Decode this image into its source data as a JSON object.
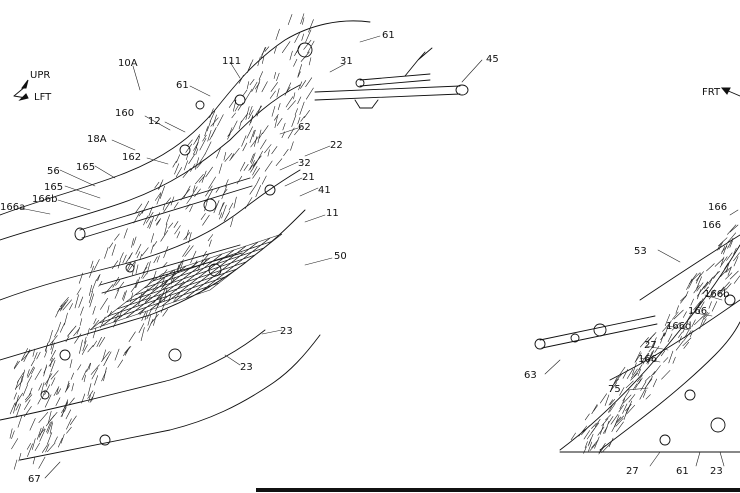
{
  "figure": {
    "direction_labels": {
      "upper": "UPR",
      "left": "LFT",
      "front": "FRT"
    },
    "left_view_refs": [
      "10A",
      "111",
      "61",
      "31",
      "61",
      "45",
      "160",
      "12",
      "62",
      "22",
      "18A",
      "162",
      "32",
      "56",
      "165",
      "21",
      "165",
      "41",
      "166a",
      "166b",
      "11",
      "50",
      "23",
      "23",
      "67"
    ],
    "right_view_refs": [
      "166",
      "166",
      "53",
      "166b",
      "166",
      "166d",
      "27",
      "166",
      "63",
      "75",
      "27",
      "61",
      "23"
    ]
  }
}
